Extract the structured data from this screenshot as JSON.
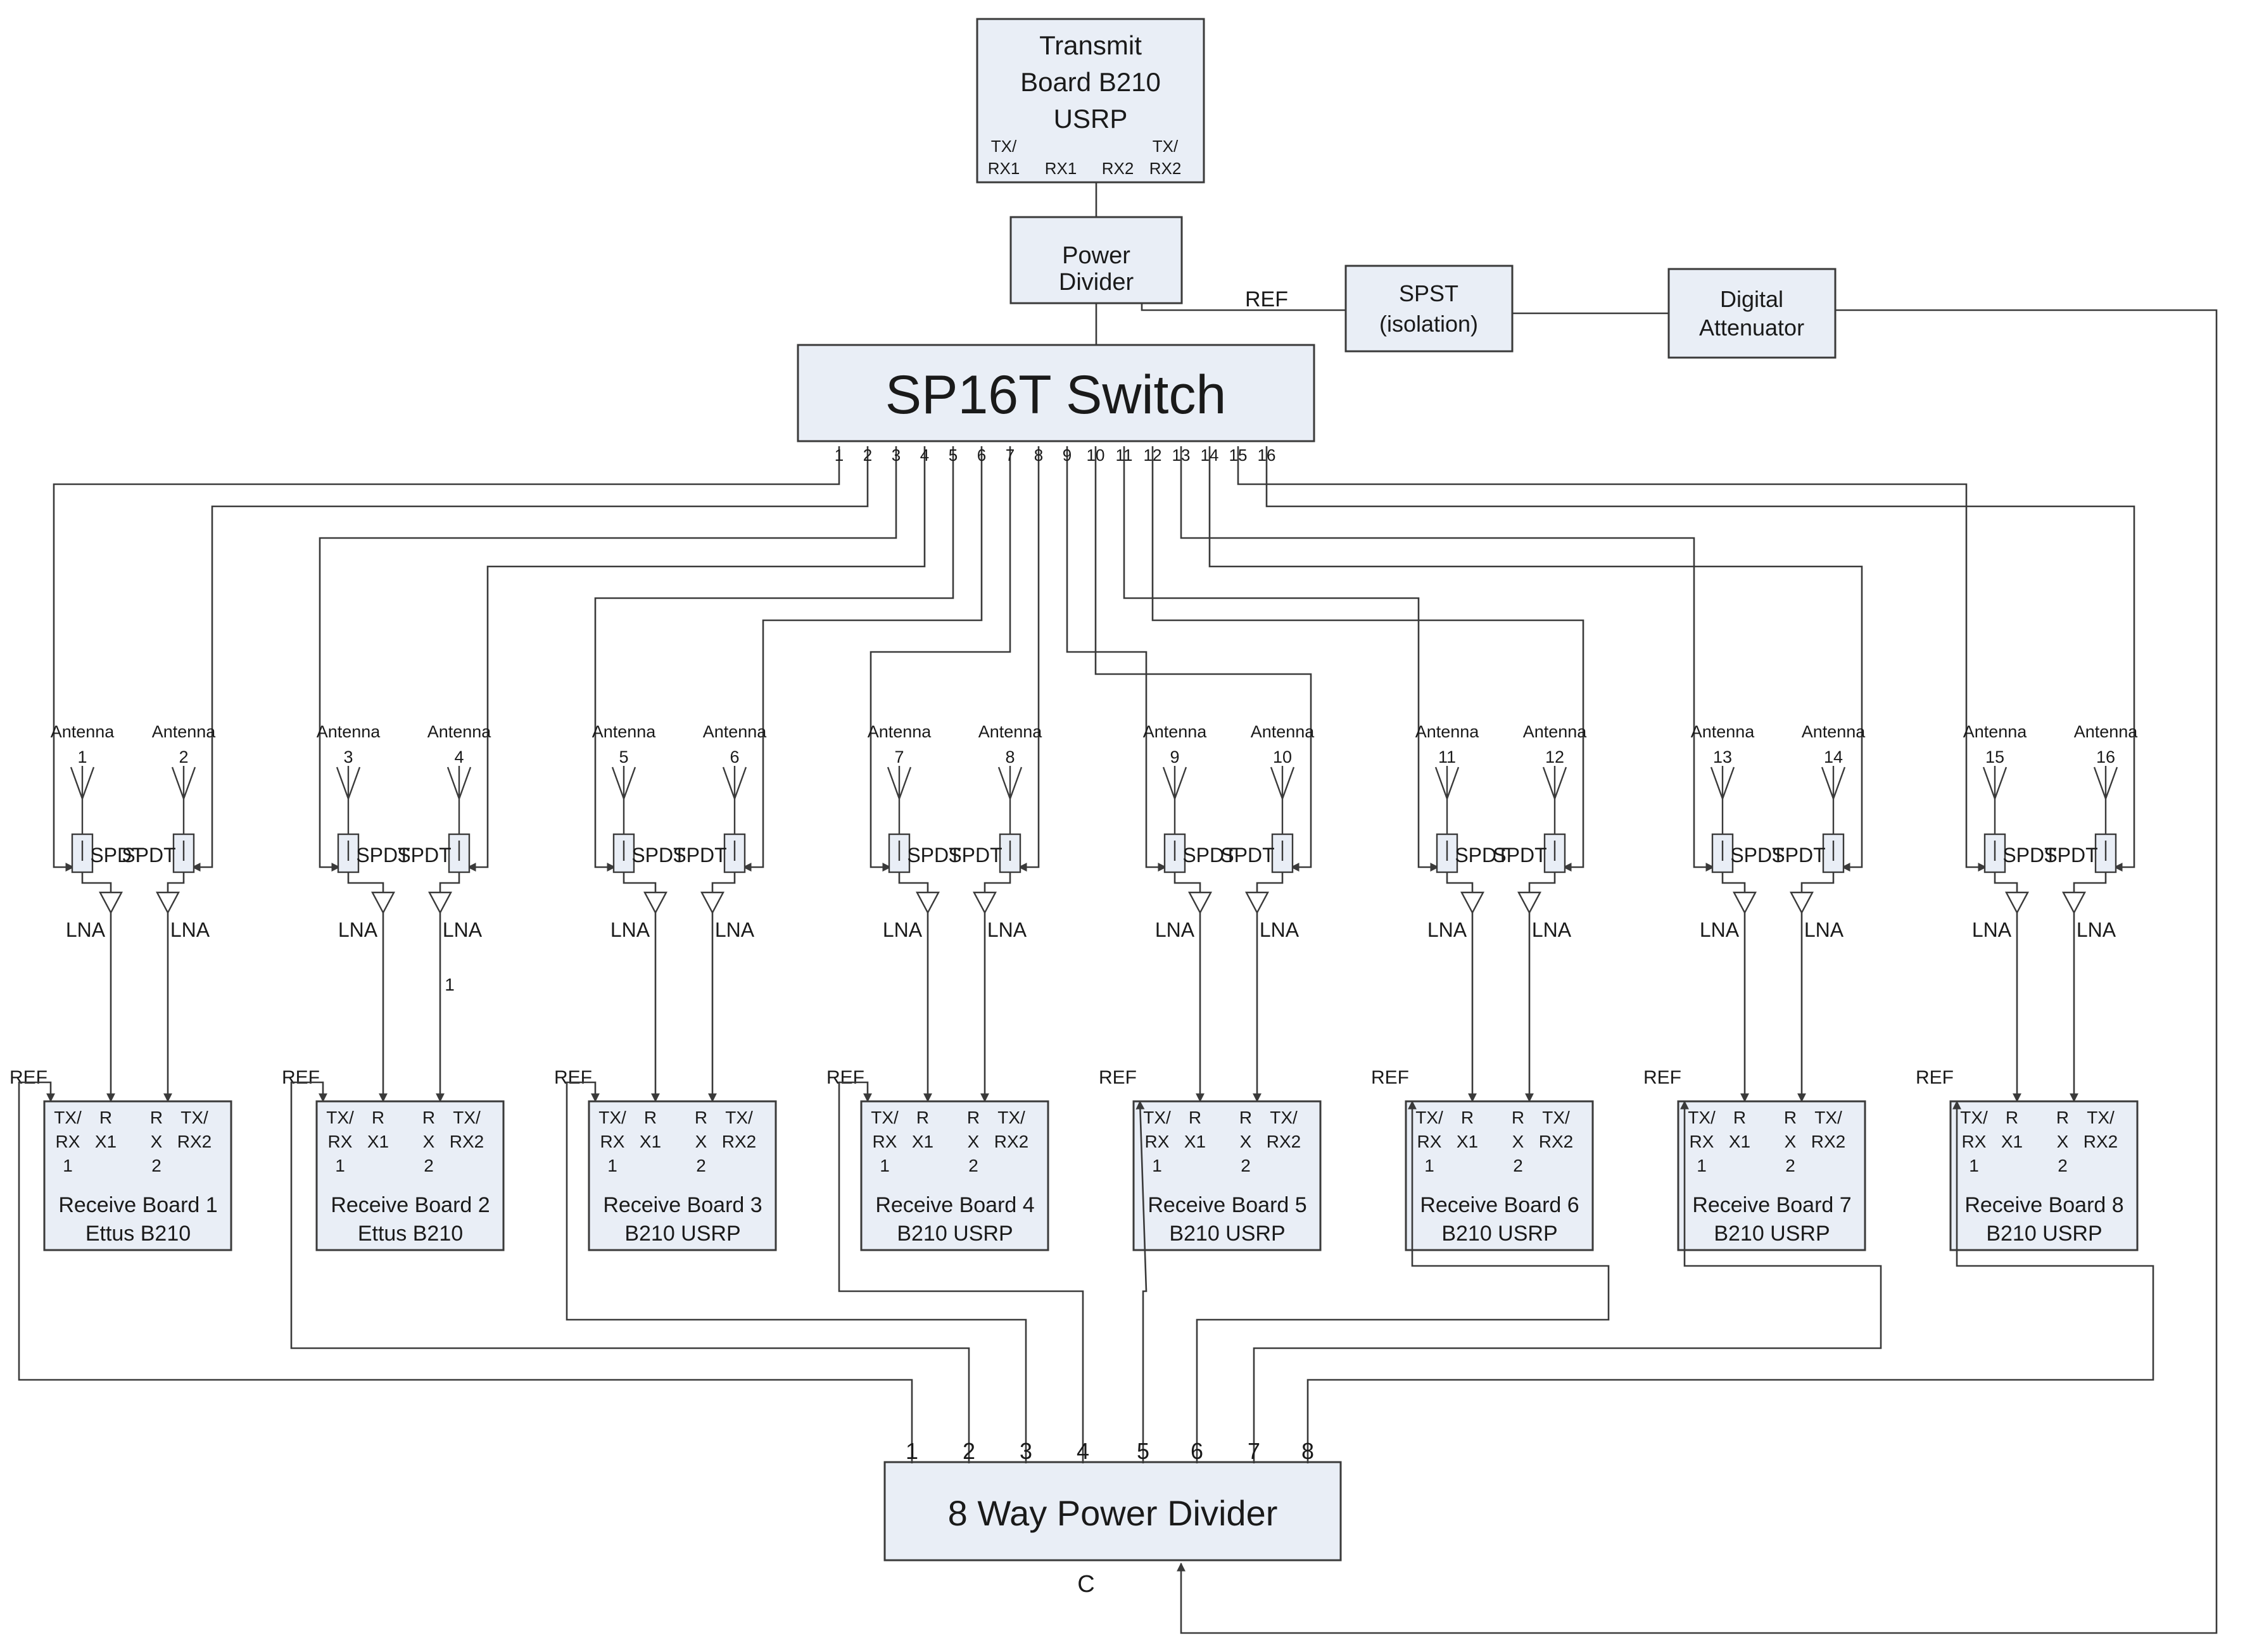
{
  "colors": {
    "block_fill": "#e9eef6",
    "line": "#3a3a3a",
    "background": "#ffffff"
  },
  "transmit_board": {
    "title_lines": [
      "Transmit",
      "Board B210",
      "USRP"
    ],
    "ports": [
      "TX/ RX1",
      "RX1",
      "RX2",
      "TX/ RX2"
    ]
  },
  "power_divider": {
    "lines": [
      "Power",
      "Divider"
    ]
  },
  "ref_label": "REF",
  "spst": {
    "lines": [
      "SPST",
      "(isolation)"
    ]
  },
  "digital_attenuator": {
    "lines": [
      "Digital",
      "Attenuator"
    ]
  },
  "sp16t": {
    "title": "SP16T Switch",
    "ports": [
      "1",
      "2",
      "3",
      "4",
      "5",
      "6",
      "7",
      "8",
      "9",
      "10",
      "11",
      "12",
      "13",
      "14",
      "15",
      "16"
    ]
  },
  "channels": [
    {
      "antenna": "Antenna",
      "number": "1",
      "spdt": "SPDT",
      "lna": "LNA",
      "extra": ""
    },
    {
      "antenna": "Antenna",
      "number": "2",
      "spdt": "SPDT",
      "lna": "LNA",
      "extra": ""
    },
    {
      "antenna": "Antenna",
      "number": "3",
      "spdt": "SPDT",
      "lna": "LNA",
      "extra": ""
    },
    {
      "antenna": "Antenna",
      "number": "4",
      "spdt": "SPDT",
      "lna": "LNA",
      "extra": "1"
    },
    {
      "antenna": "Antenna",
      "number": "5",
      "spdt": "SPDT",
      "lna": "LNA",
      "extra": ""
    },
    {
      "antenna": "Antenna",
      "number": "6",
      "spdt": "SPDT",
      "lna": "LNA",
      "extra": ""
    },
    {
      "antenna": "Antenna",
      "number": "7",
      "spdt": "SPDT",
      "lna": "LNA",
      "extra": ""
    },
    {
      "antenna": "Antenna",
      "number": "8",
      "spdt": "SPDT",
      "lna": "LNA",
      "extra": ""
    },
    {
      "antenna": "Antenna",
      "number": "9",
      "spdt": "SPDT",
      "lna": "LNA",
      "extra": ""
    },
    {
      "antenna": "Antenna",
      "number": "10",
      "spdt": "SPDT",
      "lna": "LNA",
      "extra": ""
    },
    {
      "antenna": "Antenna",
      "number": "11",
      "spdt": "SPDT",
      "lna": "LNA",
      "extra": ""
    },
    {
      "antenna": "Antenna",
      "number": "12",
      "spdt": "SPDT",
      "lna": "LNA",
      "extra": ""
    },
    {
      "antenna": "Antenna",
      "number": "13",
      "spdt": "SPDT",
      "lna": "LNA",
      "extra": ""
    },
    {
      "antenna": "Antenna",
      "number": "14",
      "spdt": "SPDT",
      "lna": "LNA",
      "extra": ""
    },
    {
      "antenna": "Antenna",
      "number": "15",
      "spdt": "SPDT",
      "lna": "LNA",
      "extra": ""
    },
    {
      "antenna": "Antenna",
      "number": "16",
      "spdt": "SPDT",
      "lna": "LNA",
      "extra": ""
    }
  ],
  "receive_boards": [
    {
      "line1": "Receive Board 1",
      "line2": "Ettus B210",
      "ref": "REF"
    },
    {
      "line1": "Receive Board 2",
      "line2": "Ettus B210",
      "ref": "REF"
    },
    {
      "line1": "Receive Board 3",
      "line2": "B210 USRP",
      "ref": "REF"
    },
    {
      "line1": "Receive Board 4",
      "line2": "B210 USRP",
      "ref": "REF"
    },
    {
      "line1": "Receive Board 5",
      "line2": "B210 USRP",
      "ref": "REF"
    },
    {
      "line1": "Receive Board 6",
      "line2": "B210 USRP",
      "ref": "REF"
    },
    {
      "line1": "Receive Board 7",
      "line2": "B210 USRP",
      "ref": "REF"
    },
    {
      "line1": "Receive Board 8",
      "line2": "B210 USRP",
      "ref": "REF"
    }
  ],
  "board_ports": {
    "txrx1": [
      "TX/",
      "RX",
      "1"
    ],
    "rx1": [
      "R",
      "X1"
    ],
    "rx2": [
      "R",
      "X",
      "2"
    ],
    "txrx2": [
      "TX/",
      "RX2"
    ]
  },
  "eight_way_divider": {
    "title": "8 Way Power Divider",
    "ports": [
      "1",
      "2",
      "3",
      "4",
      "5",
      "6",
      "7",
      "8"
    ],
    "common": "C"
  }
}
